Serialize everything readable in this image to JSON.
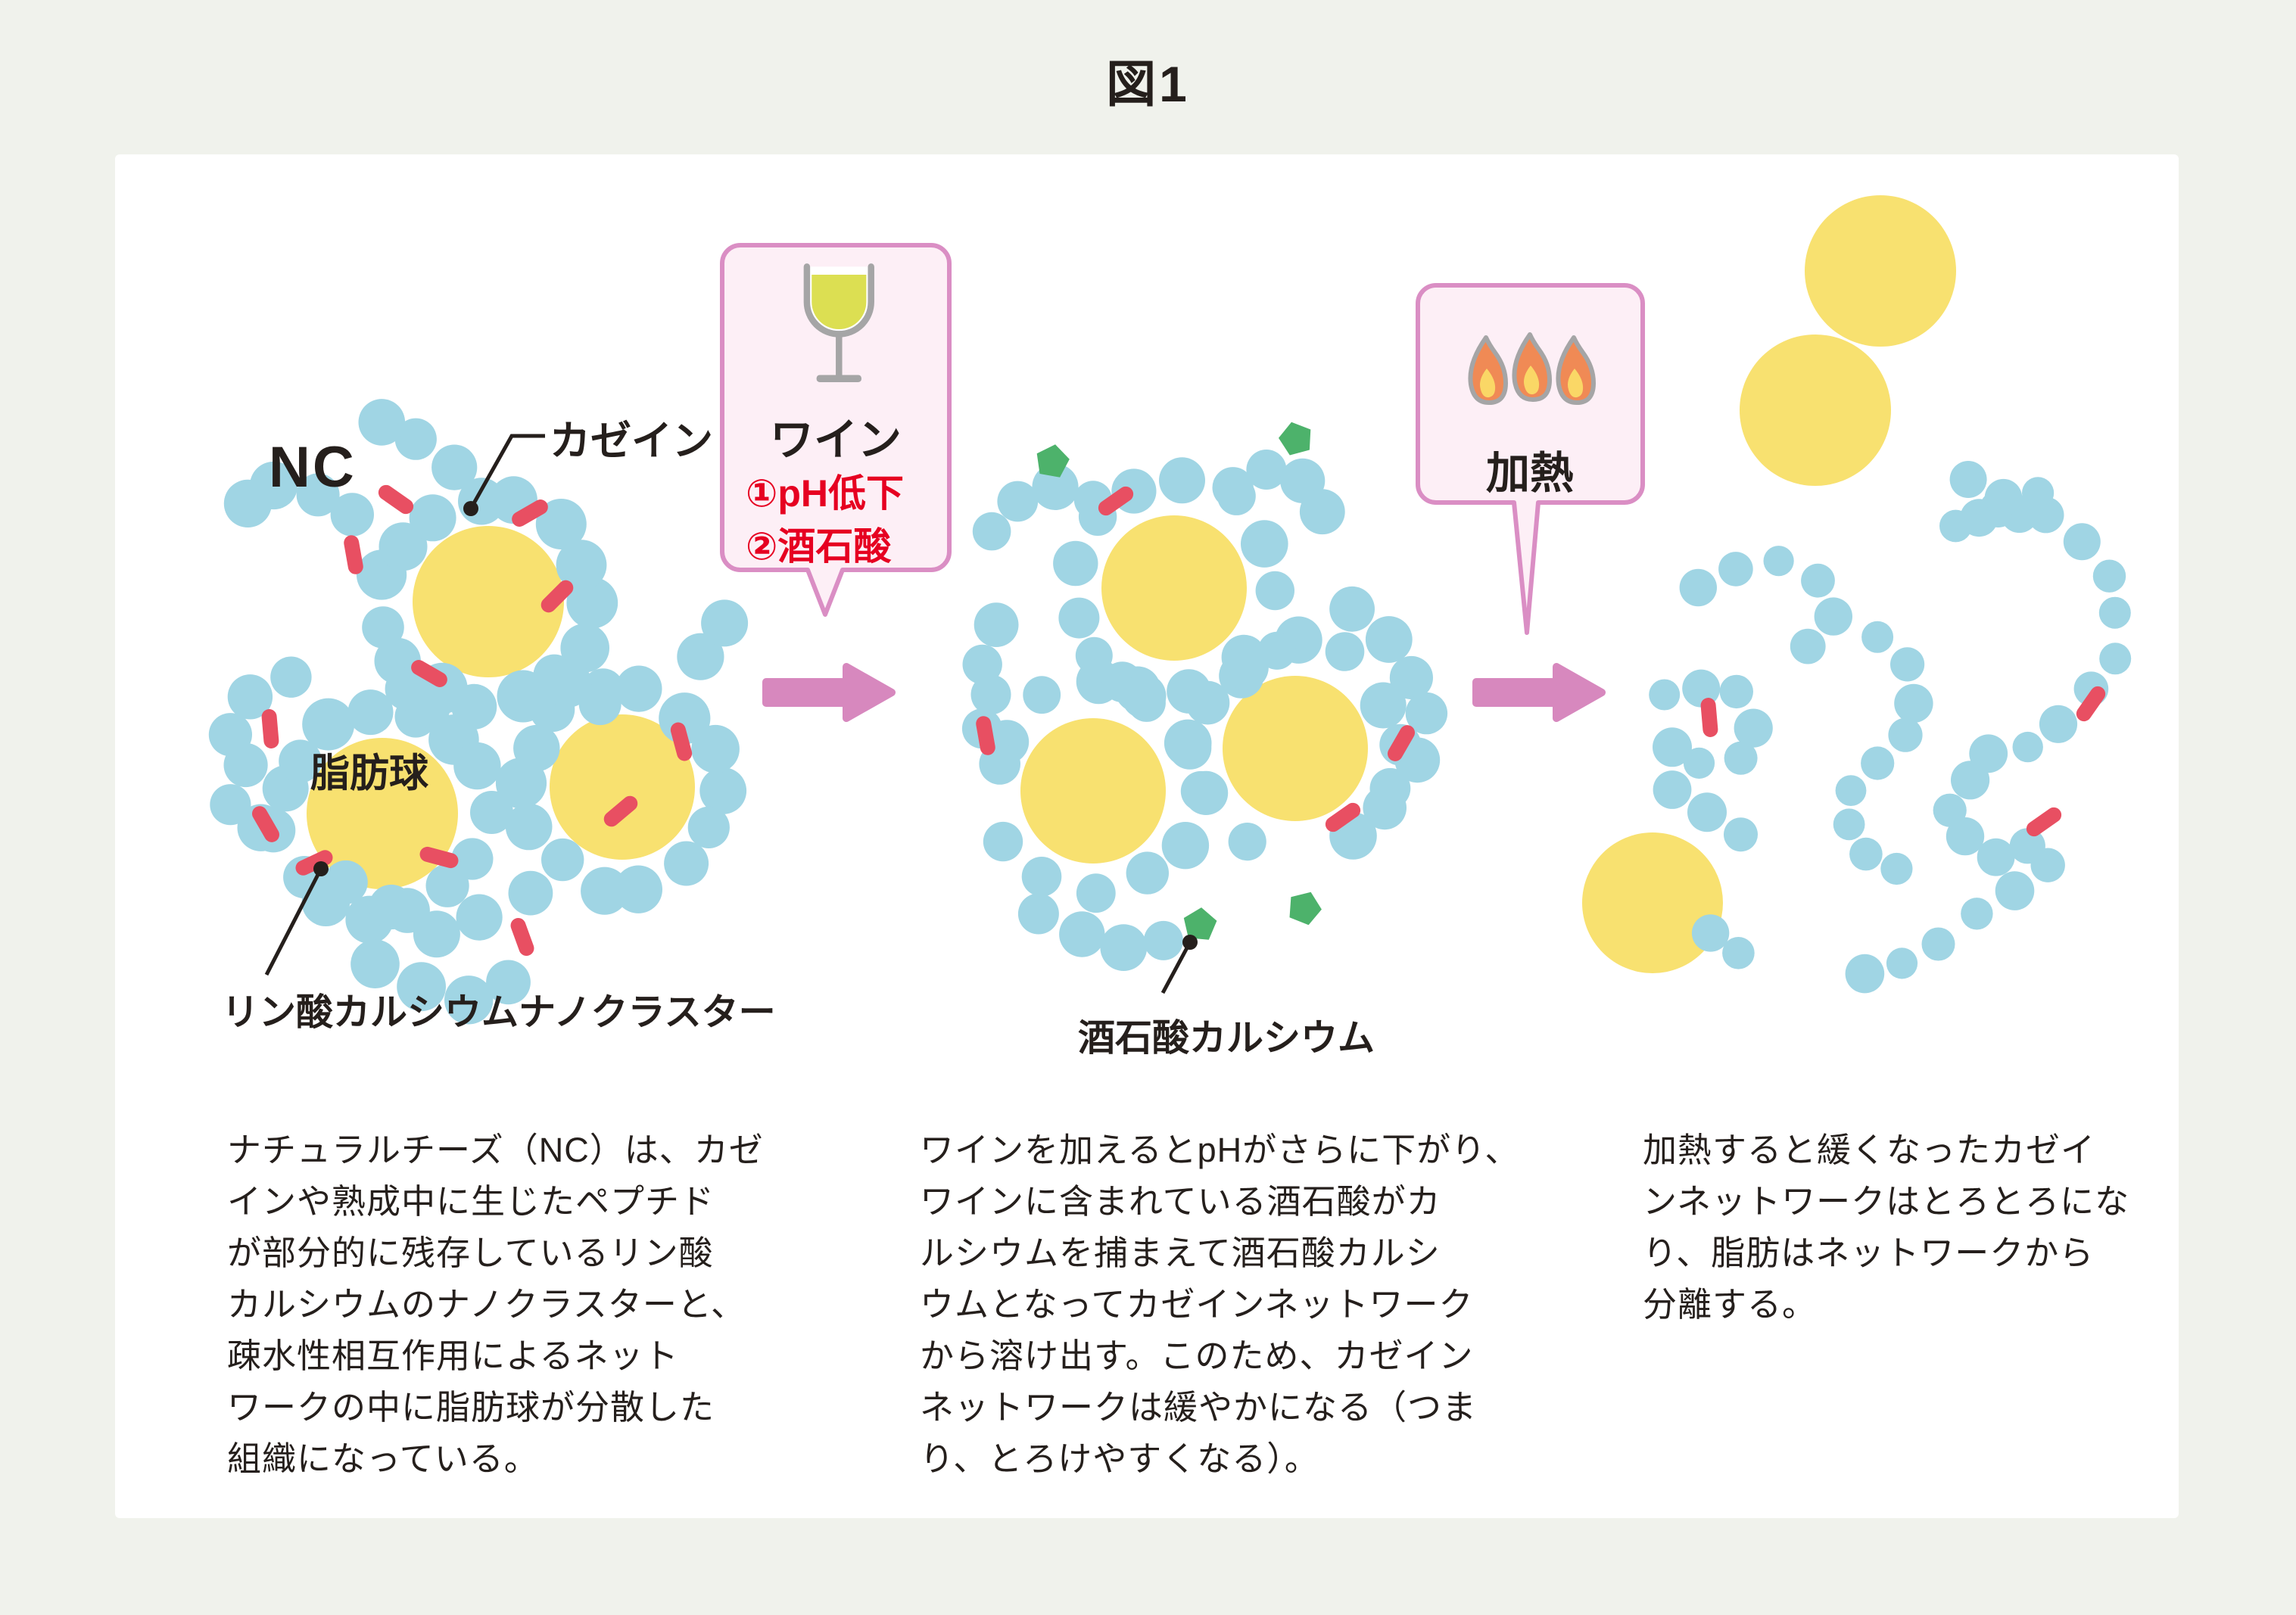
{
  "page": {
    "title": "図1"
  },
  "colors": {
    "background": "#F0F2EC",
    "panel": "#FFFFFF",
    "casein_blue": "#A0D5E4",
    "fat_yellow": "#F8E170",
    "nanocluster_red": "#E84F62",
    "tartrate_green": "#4DB26B",
    "arrow_pink": "#D788BE",
    "callout_border": "#DA8EC4",
    "callout_fill": "#FDEFF6",
    "wine_liquid": "#DCDF52",
    "flame_orange": "#F08A55",
    "flame_inner_yellow": "#FAD766",
    "icon_gray": "#A5A5A6",
    "text_dark": "#251F1C",
    "text_red": "#E60021"
  },
  "nc_diagram": {
    "title": "NC",
    "casein_label": "カゼイン",
    "fat_globule_label": "脂肪球",
    "nanocluster_label": "リン酸カルシウムナノクラスター"
  },
  "wine_callout": {
    "icon": "wine-glass-icon",
    "title": "ワイン",
    "effect1": "①pH低下",
    "effect2": "②酒石酸"
  },
  "heat_callout": {
    "icon": "flame-icon",
    "title": "加熱"
  },
  "wine_diagram": {
    "tartrate_label": "酒石酸カルシウム"
  },
  "captions": {
    "nc": "ナチュラルチーズ（NC）は、カゼ\nインや熟成中に生じたペプチド\nが部分的に残存しているリン酸\nカルシウムのナノクラスターと、\n疎水性相互作用によるネット\nワークの中に脂肪球が分散した\n組織になっている。",
    "wine": "ワインを加えるとpHがさらに下がり、\nワインに含まれている酒石酸がカ\nルシウムを捕まえて酒石酸カルシ\nウムとなってカゼインネットワーク\nから溶け出す。このため、カゼイン\nネットワークは緩やかになる（つま\nり、とろけやすくなる）。",
    "heat": "加熱すると緩くなったカゼイ\nンネットワークはとろとろにな\nり、脂肪はネットワークから\n分離する。"
  }
}
